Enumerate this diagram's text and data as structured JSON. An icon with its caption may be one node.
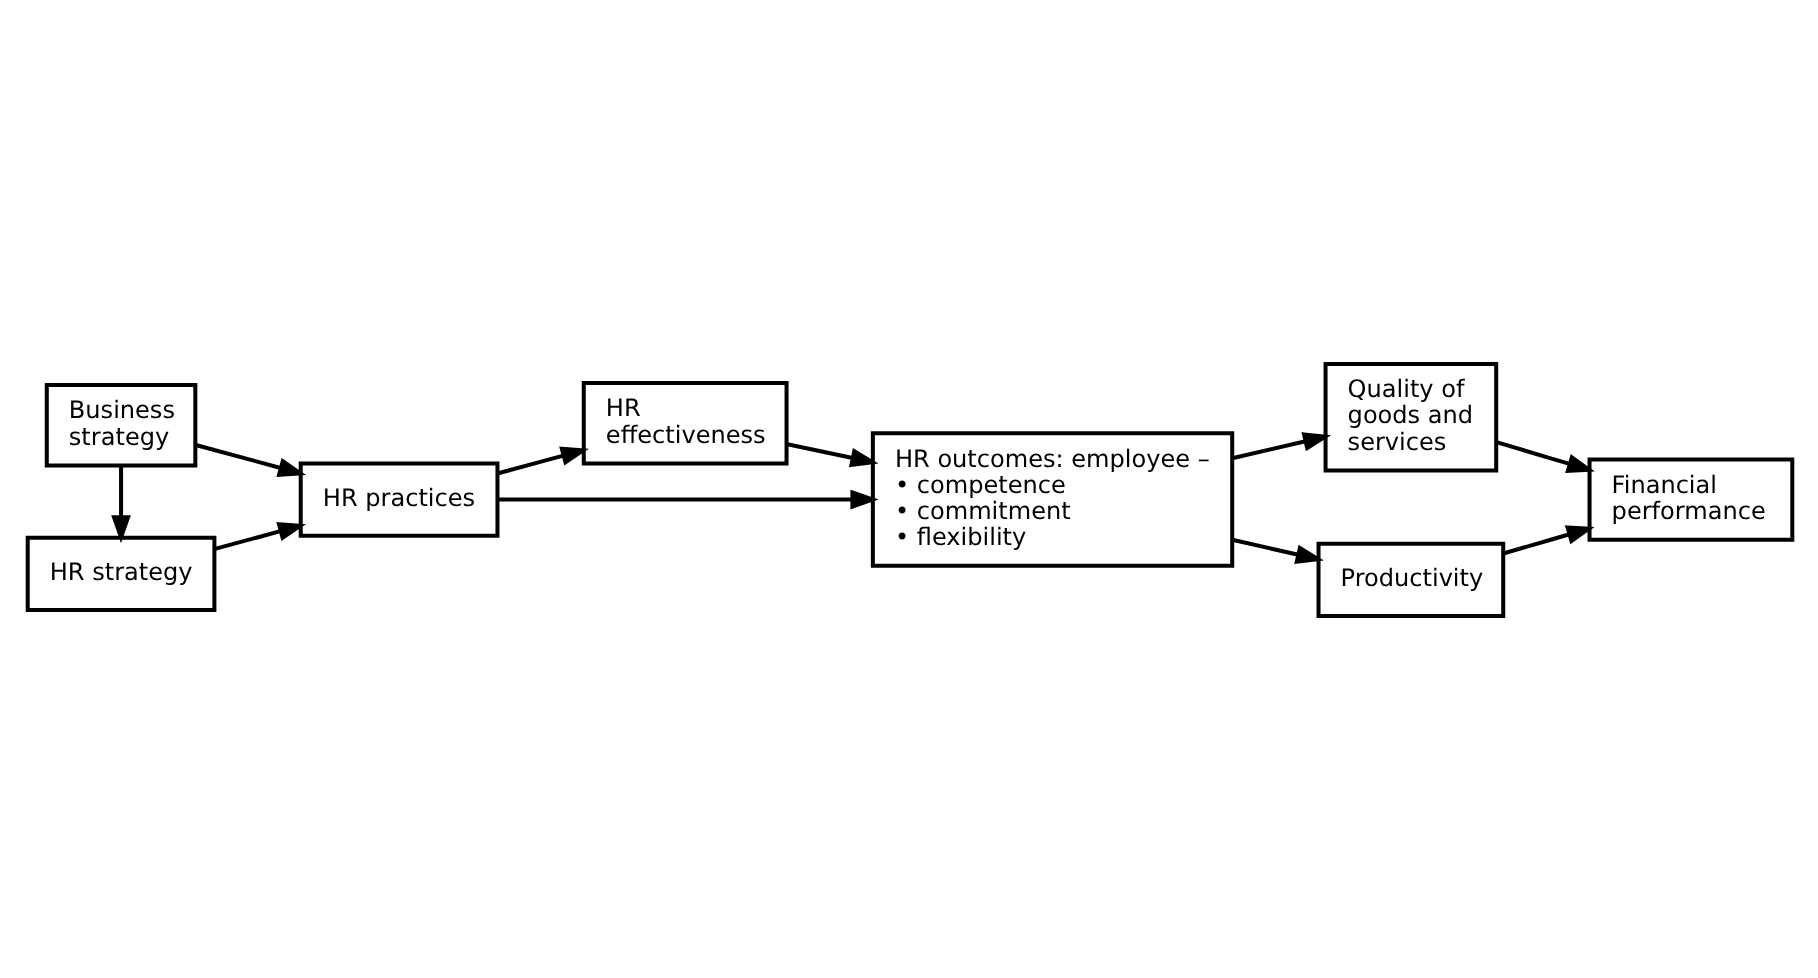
{
  "diagram": {
    "nodes": [
      {
        "text": [
          "Business strategy"
        ]
      },
      {
        "text": [
          "HR strategy"
        ]
      },
      {
        "text": [
          "HR practices"
        ]
      },
      {
        "text": [
          "HR effectiveness"
        ]
      },
      {
        "text": [
          "HR outcomes: employee –",
          "• competence",
          "• commitment",
          "• flexibility"
        ]
      },
      {
        "text": [
          "Quality of goods and services"
        ]
      },
      {
        "text": [
          "Productivity"
        ]
      },
      {
        "text": [
          "Financial performance"
        ]
      }
    ],
    "edges": [
      {
        "from": 0,
        "to": 1,
        "arrow": "to"
      },
      {
        "from": 0,
        "to": 2,
        "arrow": "to"
      },
      {
        "from": 1,
        "to": 2,
        "arrow": "to"
      },
      {
        "from": 2,
        "to": 3,
        "arrow": "to"
      },
      {
        "from": 3,
        "to": 4,
        "arrow": "to"
      },
      {
        "from": 2,
        "to": 4,
        "arrow": "to"
      },
      {
        "from": 4,
        "to": 5,
        "arrow": "to"
      },
      {
        "from": 4,
        "to": 6,
        "arrow": "to"
      },
      {
        "from": 5,
        "to": 7,
        "arrow": "to"
      },
      {
        "from": 6,
        "to": 7,
        "arrow": "to"
      }
    ]
  }
}
